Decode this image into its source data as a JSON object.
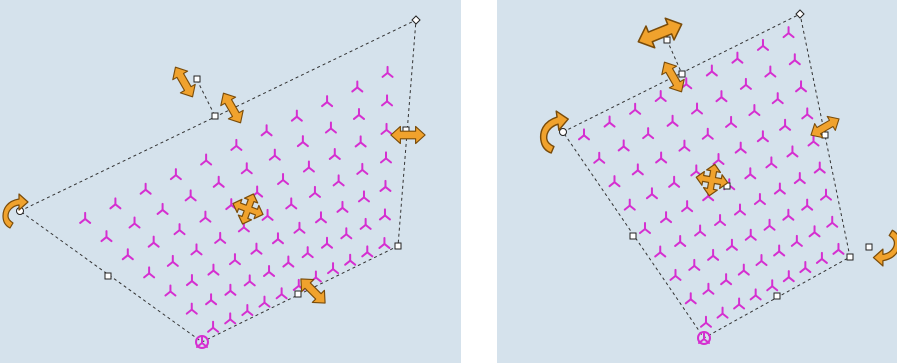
{
  "colors": {
    "background": "#d5e2ec",
    "symbol": "#d52fd0",
    "handle_fill": "#f0a22d",
    "handle_stroke": "#7a4c0a",
    "outline": "#333333",
    "separator": "#ffffff"
  },
  "symbol_icon": "three-prong-marker-icon",
  "panels": [
    {
      "name": "left-panel",
      "state": "before-transform",
      "symbol_grid": {
        "columns": 11,
        "rows": 7
      },
      "handles": [
        "rotate-arrow-icon",
        "resize-diagonal-arrow-icon",
        "resize-diagonal-arrow-icon",
        "resize-horizontal-arrow-icon",
        "move-cross-arrow-icon",
        "resize-diagonal-arrow-icon"
      ]
    },
    {
      "name": "right-panel",
      "state": "after-transform",
      "symbol_grid": {
        "columns": 9,
        "rows": 9
      },
      "handles": [
        "rotate-arrow-icon",
        "resize-diagonal-arrow-icon",
        "resize-diagonal-arrow-icon",
        "resize-diagonal-arrow-icon",
        "move-cross-arrow-icon",
        "rotate-arrow-icon"
      ]
    }
  ]
}
